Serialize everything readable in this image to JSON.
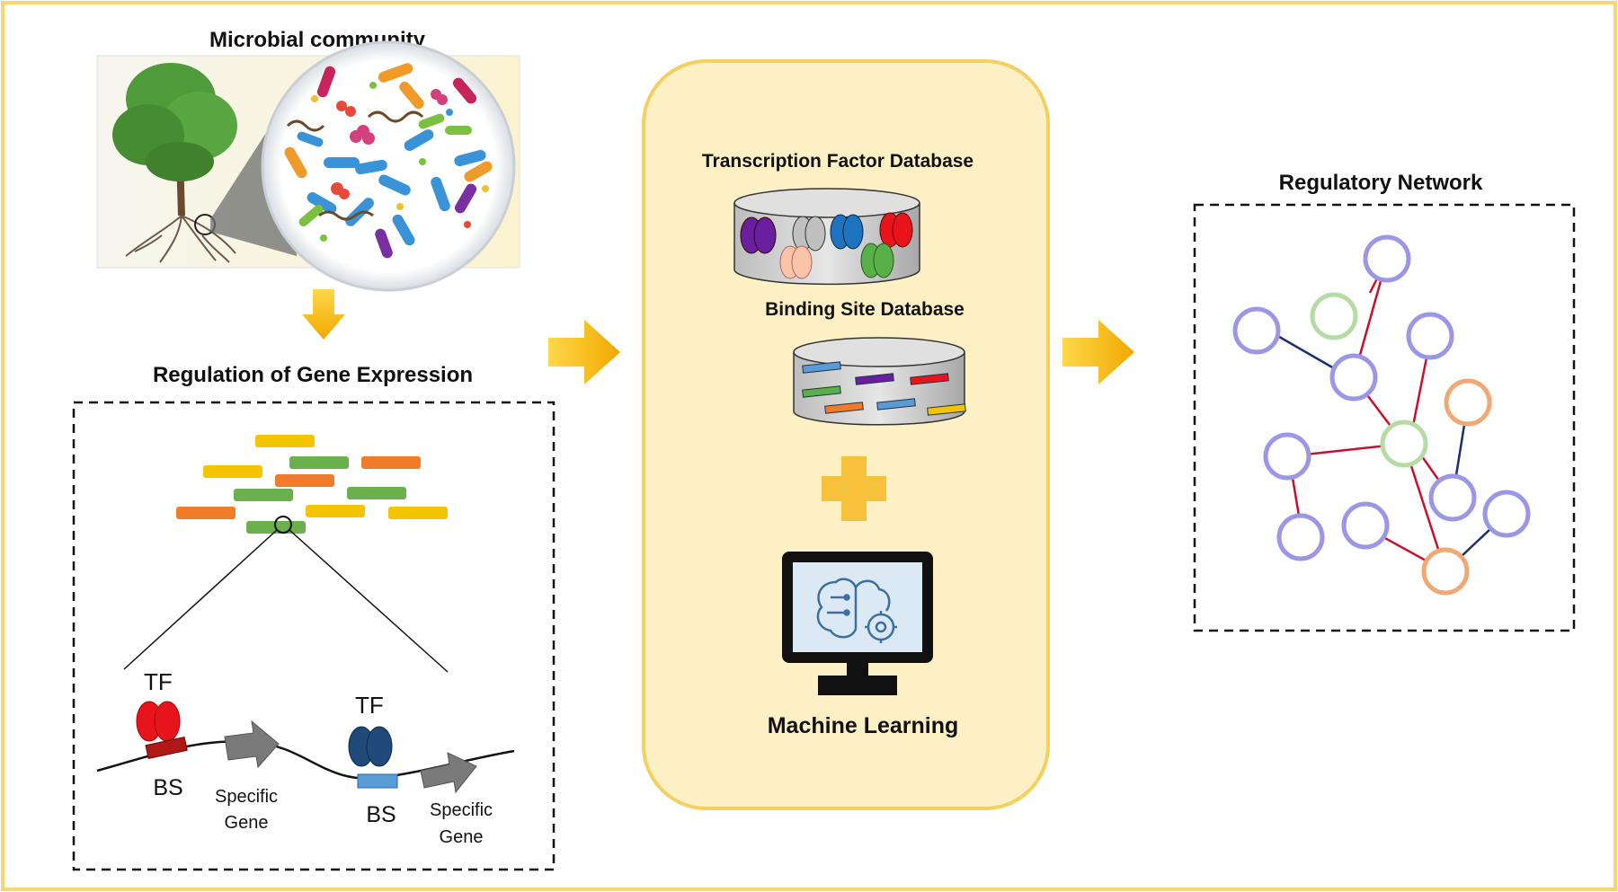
{
  "left_top": {
    "title": "Microbial community"
  },
  "left_bottom": {
    "title": "Regulation of Gene Expression",
    "tf1_label": "TF",
    "tf2_label": "TF",
    "bs1_label": "BS",
    "bs2_label": "BS",
    "gene1_line1": "Specific",
    "gene1_line2": "Gene",
    "gene2_line1": "Specific",
    "gene2_line2": "Gene"
  },
  "middle": {
    "tf_db_title": "Transcription Factor Database",
    "bs_db_title": "Binding Site Database",
    "ml_title": "Machine Learning"
  },
  "right": {
    "title": "Regulatory Network"
  },
  "colors": {
    "frame": "#f5d76e",
    "panel_fill": "#fdf0c4",
    "panel_stroke": "#f4d060",
    "arrow": "#f4b400",
    "tf_red": "#e8141c",
    "tf_navy": "#1f4a7a",
    "bs_red": "#b01818",
    "bs_blue": "#5b9bd5",
    "node_blue": "#9b97e6",
    "node_green": "#b6dba5",
    "node_orange": "#f0a874",
    "edge_red": "#c8102e",
    "edge_navy": "#1a2f6e"
  }
}
